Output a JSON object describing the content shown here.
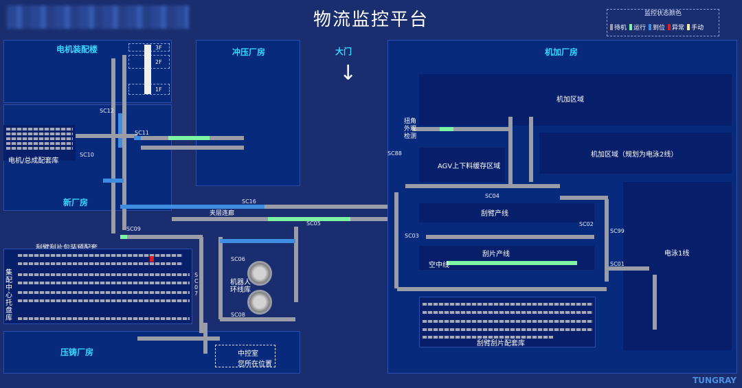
{
  "header": {
    "title": "物流监控平台"
  },
  "legend": {
    "title": "监控状态颜色",
    "items": [
      {
        "label": "待机",
        "color": "#9a9da8"
      },
      {
        "label": "运行",
        "color": "#7df5a2"
      },
      {
        "label": "到位",
        "color": "#3e8de0"
      },
      {
        "label": "异常",
        "color": "#e02020"
      },
      {
        "label": "手动",
        "color": "#f4f4a0"
      }
    ]
  },
  "zones": {
    "motor": "电机装配楼",
    "stamping": "冲压厂房",
    "gate": "大门",
    "machining": "机加厂房",
    "new_plant": "新厂房",
    "casting": "压铸厂房"
  },
  "areas": {
    "motor_store": "电机/总成配套库",
    "blade_pack": "刮臂刮片包装预配套",
    "central_tray": "集配中心托盘库",
    "robot_loop": "机器人环线库",
    "control_room_1": "中控室",
    "control_room_2": "您所在位置",
    "mach_area": "机加区域",
    "mach_area_plan": "机加区域（规划为电泳2线）",
    "agv_buffer": "AGV上下料缓存区域",
    "arm_line": "刮臂产线",
    "blade_line": "刮片产线",
    "ep_line": "电泳1线",
    "arm_blade_store": "刮臂刮片配套库",
    "torsion_check": "扭角外观检测",
    "laser": "夹层连廊",
    "first_line": "空中线",
    "floors": [
      "3F",
      "2F",
      "1F"
    ]
  },
  "stations": [
    "SC12",
    "SC11",
    "SC10",
    "SC09",
    "SC16",
    "SC05",
    "SC06",
    "SC07",
    "SC08",
    "SC88",
    "SC04",
    "SC03",
    "SC02",
    "SC99",
    "SC01"
  ],
  "brand": "TUNGRAY"
}
